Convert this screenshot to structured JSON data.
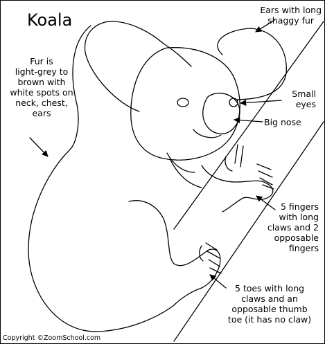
{
  "title": "Koala",
  "labels": {
    "ears": "Ears with long\nshaggy fur",
    "fur": "Fur is\nlight-grey to\nbrown with\nwhite spots on\nneck, chest,\nears",
    "eyes": "Small\neyes",
    "nose": "Big nose",
    "fingers": "5 fingers\nwith long\nclaws and 2\nopposable\nfingers",
    "toes": "5 toes with long\nclaws and an\nopposable thumb\ntoe (it has no claw)"
  },
  "copyright": "Copyright ©ZoomSchool.com"
}
